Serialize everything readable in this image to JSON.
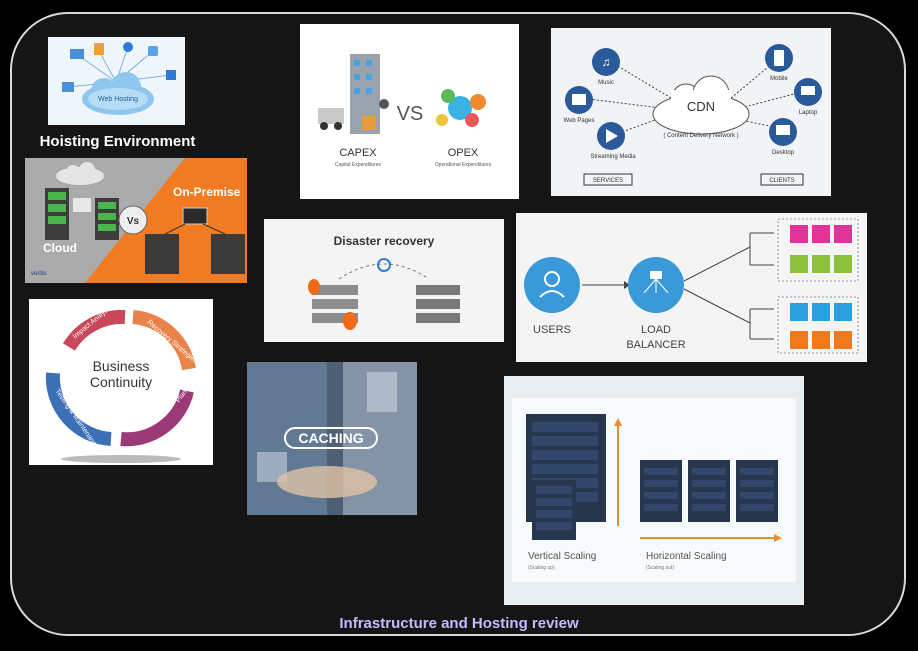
{
  "hosting": {
    "title": "Hoisting Environment",
    "badge": "Web Hosting"
  },
  "cloud_vs": {
    "cloud": "Cloud",
    "vs": "Vs",
    "onprem": "On-Premise",
    "brand": "veritis"
  },
  "capex": {
    "vs": "VS",
    "capex": "CAPEX",
    "capex_sub": "Capital Expenditures",
    "opex": "OPEX",
    "opex_sub": "Operational Expenditures"
  },
  "cdn": {
    "title": "CDN",
    "subtitle": "( Content Delivery Network )",
    "music": "Music",
    "web": "Web Pages",
    "stream": "Streaming Media",
    "mobile": "Mobile",
    "laptop": "Laptop",
    "desktop": "Desktop",
    "services": "SERVICES",
    "clients": "CLIENTS"
  },
  "dr": {
    "title": "Disaster recovery"
  },
  "lb": {
    "users": "USERS",
    "lb1": "LOAD",
    "lb2": "BALANCER"
  },
  "bc": {
    "title1": "Business",
    "title2": "Continuity",
    "s1": "Impact Analysis",
    "s2": "Recovery Strategies",
    "s3": "Plan Development",
    "s4": "Testing & Maintenance"
  },
  "caching": {
    "label": "CACHING"
  },
  "scaling": {
    "vertical": "Vertical Scaling",
    "vertical_sub": "(Scaling up)",
    "horizontal": "Horizontal Scaling",
    "horizontal_sub": "(Scaling out)"
  },
  "footer": {
    "title": "Infrastructure and Hosting review"
  },
  "colors": {
    "frame": "#151515",
    "accent_blue": "#2f8fd8",
    "orange": "#f2832a",
    "footer": "#c9b8ff"
  }
}
